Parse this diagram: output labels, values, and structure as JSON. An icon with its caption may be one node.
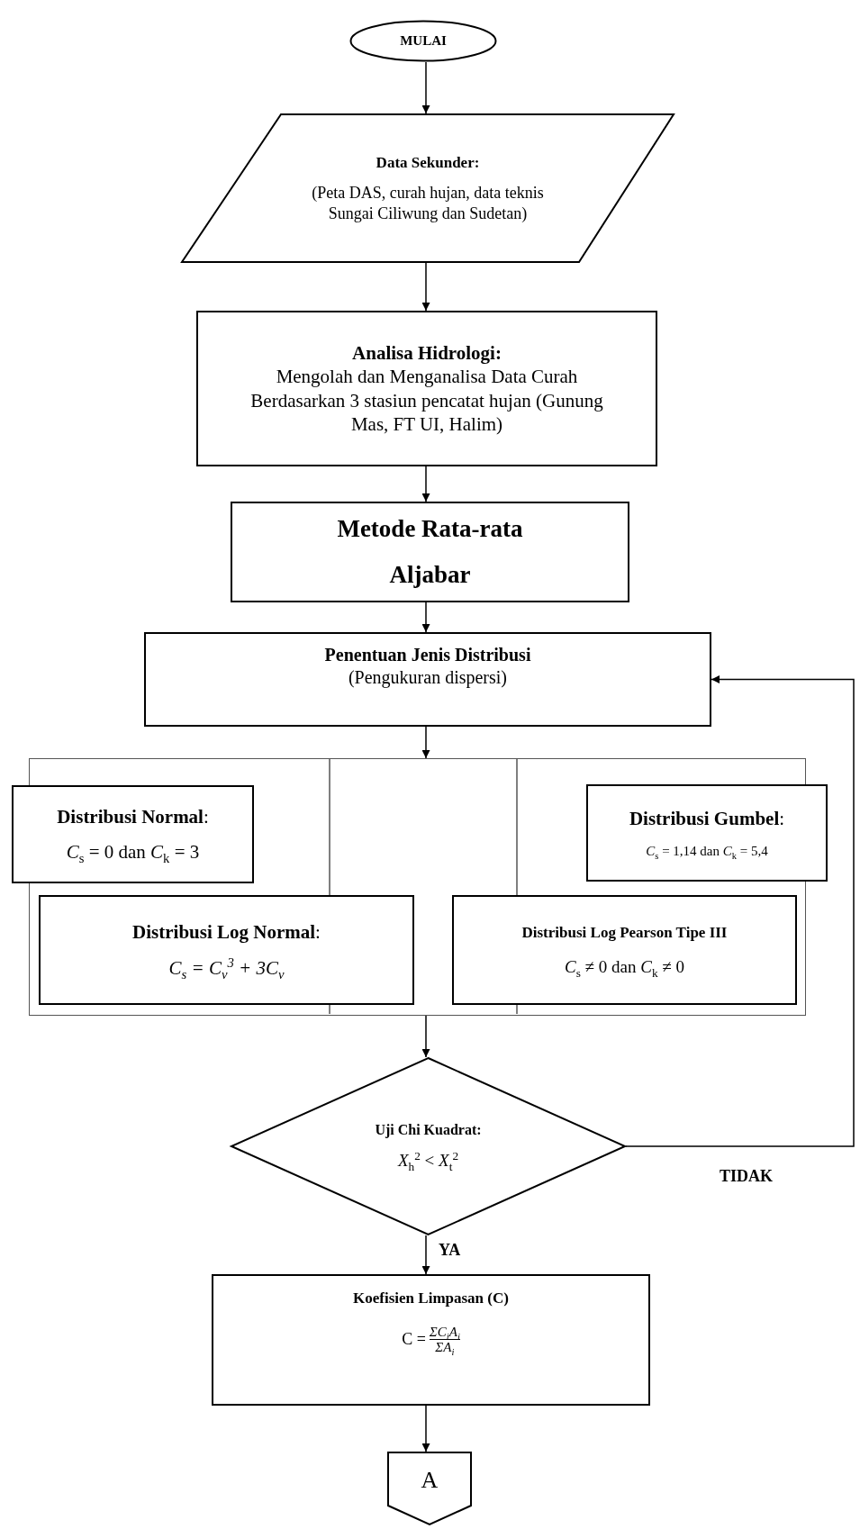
{
  "diagram": {
    "nodes": [
      {
        "text": [
          "MULAI"
        ]
      },
      {
        "text": [
          "Data Sekunder:",
          "(Peta DAS, curah hujan, data teknis Sungai Ciliwung dan Sudetan)"
        ]
      },
      {
        "text": [
          "Analisa Hidrologi:",
          "Mengolah dan Menganalisa Data Curah Berdasarkan 3 stasiun pencatat hujan (Gunung Mas, FT UI, Halim)"
        ]
      },
      {
        "text": [
          "Metode Rata-rata Aljabar"
        ]
      },
      {
        "text": [
          "Penentuan Jenis Distribusi",
          "(Pengukuran dispersi)"
        ]
      },
      {
        "text": [],
        "shape": "box"
      },
      {
        "text": [
          "**Distribusi Normal**:",
          "*C*$_{s}$ = 0 dan *C*$_{k}$ = 3"
        ]
      },
      {
        "text": [
          "**Distribusi Gumbel**:",
          "*C*$_{s}$ = 1,14 dan *C*$_{k}$ = 5,4"
        ]
      },
      {
        "text": [
          "**Distribusi Log Normal**:",
          "C$_{s}$ = C$_{v}$$^{3}$ + 3C$_{v}$"
        ],
        "in": 5
      },
      {
        "text": [
          "Distribusi Log Pearson Tipe III",
          "*C*$_{s}$ ≠ 0 dan *C*$_{k}$ ≠ 0"
        ],
        "in": 5
      },
      {
        "text": [
          "Uji Chi Kuadrat:",
          "*X*$_{h}$$^{2}$ < *X*$_{t}$$^{2}$"
        ]
      },
      {
        "text": [
          "Koefisien Limpasan (C)",
          "C =",
          "ΣC$_{i}$A$_{i}$",
          "ΣA$_{i}$"
        ]
      },
      {
        "text": [
          "A"
        ]
      }
    ],
    "edges": [
      {
        "from": 0,
        "to": 1,
        "arrow": "to"
      },
      {
        "from": 1,
        "to": 2,
        "arrow": "to"
      },
      {
        "from": 2,
        "to": 3,
        "arrow": "to"
      },
      {
        "from": 3,
        "to": 4,
        "arrow": "to"
      },
      {
        "from": 4,
        "to": 5,
        "arrow": "to"
      },
      {
        "from": 5,
        "to": 10,
        "arrow": "to"
      },
      {
        "from": 10,
        "to": 11,
        "arrow": "to",
        "label": "YA"
      },
      {
        "from": 10,
        "to": 4,
        "arrow": "to",
        "label": "TIDAK"
      },
      {
        "from": 11,
        "to": 12,
        "arrow": "to"
      }
    ]
  }
}
